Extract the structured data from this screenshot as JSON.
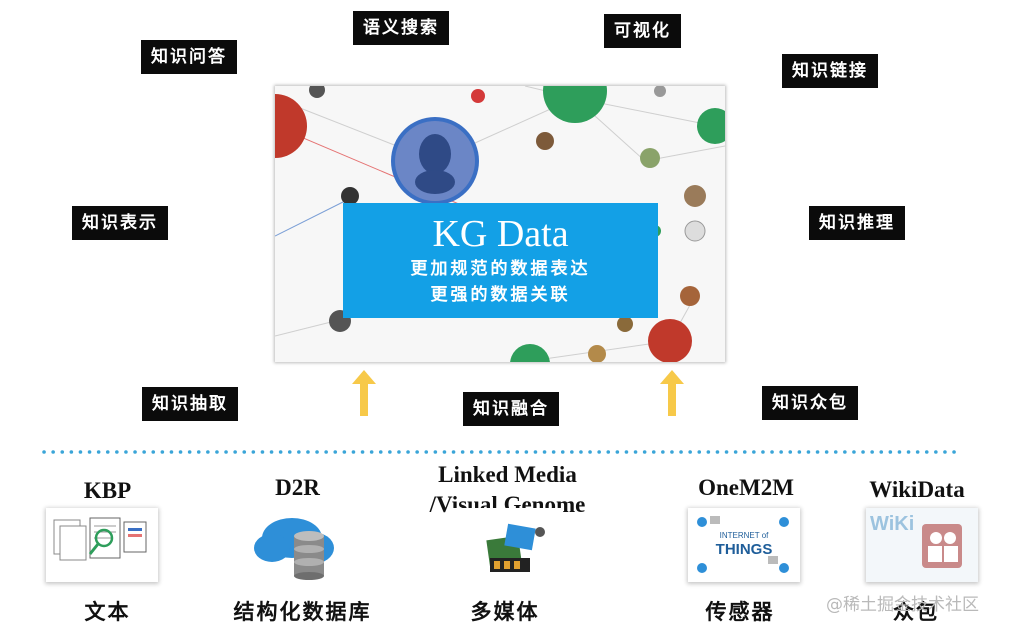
{
  "top_labels": [
    "语义搜索",
    "可视化",
    "知识问答",
    "知识链接",
    "知识表示",
    "知识推理"
  ],
  "mid_labels": [
    "知识抽取",
    "知识融合",
    "知识众包"
  ],
  "center": {
    "title": "KG Data",
    "line1": "更加规范的数据表达",
    "line2": "更强的数据关联"
  },
  "sources": [
    {
      "name": "KBP",
      "label": "文本",
      "icon": "document-search-icon"
    },
    {
      "name": "D2R",
      "label": "结构化数据库",
      "icon": "cloud-database-icon"
    },
    {
      "name": "Linked Media\n/Visual Genome",
      "label": "多媒体",
      "icon": "media-collage-icon"
    },
    {
      "name": "OneM2M",
      "label": "传感器",
      "icon": "internet-of-things-icon"
    },
    {
      "name": "WikiData",
      "label": "众包",
      "icon": "wiki-people-icon"
    }
  ],
  "thumbs": {
    "things_line1": "INTERNET of",
    "things_line2": "THINGS",
    "wiki": "WiKi"
  },
  "watermark": "@稀土掘金技术社区",
  "colors": {
    "accent": "#13a0e6",
    "tag_bg": "#0b0b0b",
    "arrow": "#f7c949",
    "dots": "#3aa5d8",
    "node_red": "#c0392b",
    "node_green": "#2e9e5b",
    "node_blue": "#3a6fc4"
  }
}
